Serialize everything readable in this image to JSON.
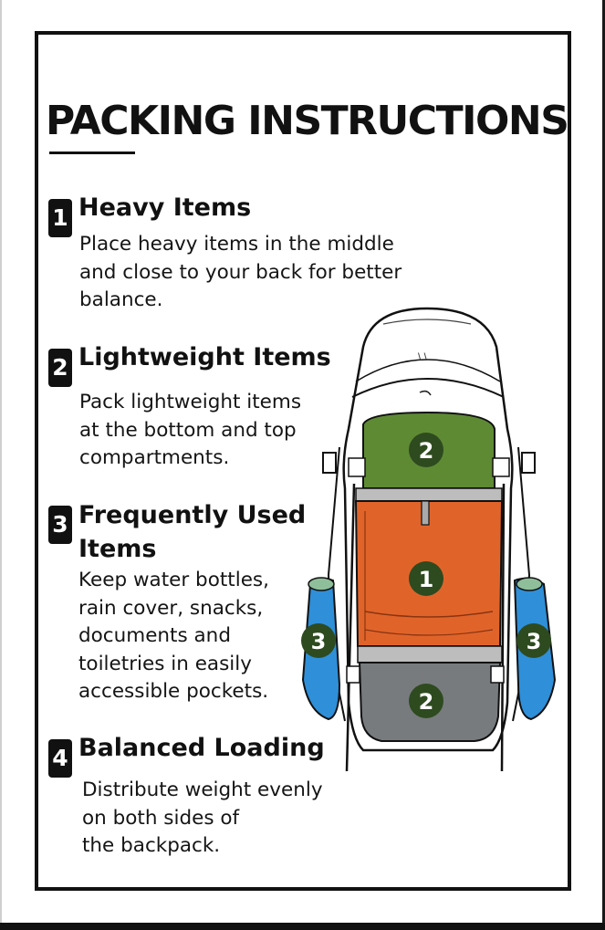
{
  "title": "PACKING INSTRUCTIONS",
  "steps": [
    {
      "number": "1",
      "heading": "Heavy Items",
      "body": [
        "Place heavy items in the middle",
        "and close to your back for better",
        "balance."
      ]
    },
    {
      "number": "2",
      "heading": "Lightweight Items",
      "body": [
        "Pack lightweight items",
        "at the bottom and top",
        "compartments."
      ]
    },
    {
      "number": "3",
      "heading": [
        "Frequently Used",
        "Items"
      ],
      "body": [
        "Keep water bottles,",
        "rain cover, snacks,",
        "documents and",
        "toiletries in easily",
        "accessible pockets."
      ]
    },
    {
      "number": "4",
      "heading": "Balanced Loading",
      "body": [
        "Distribute weight evenly",
        "on both sides of",
        "the backpack."
      ]
    }
  ],
  "backpack": {
    "zones": [
      {
        "zone": "top compartment",
        "label": "2",
        "color": "#5e8a34"
      },
      {
        "zone": "main compartment",
        "label": "1",
        "color": "#e0642a"
      },
      {
        "zone": "bottom compartment",
        "label": "2",
        "color": "#777b7e"
      },
      {
        "zone": "left side pocket",
        "label": "3",
        "color": "#2f8fd8"
      },
      {
        "zone": "right side pocket",
        "label": "3",
        "color": "#2f8fd8"
      }
    ],
    "badge_color": "#2e4a1f"
  }
}
